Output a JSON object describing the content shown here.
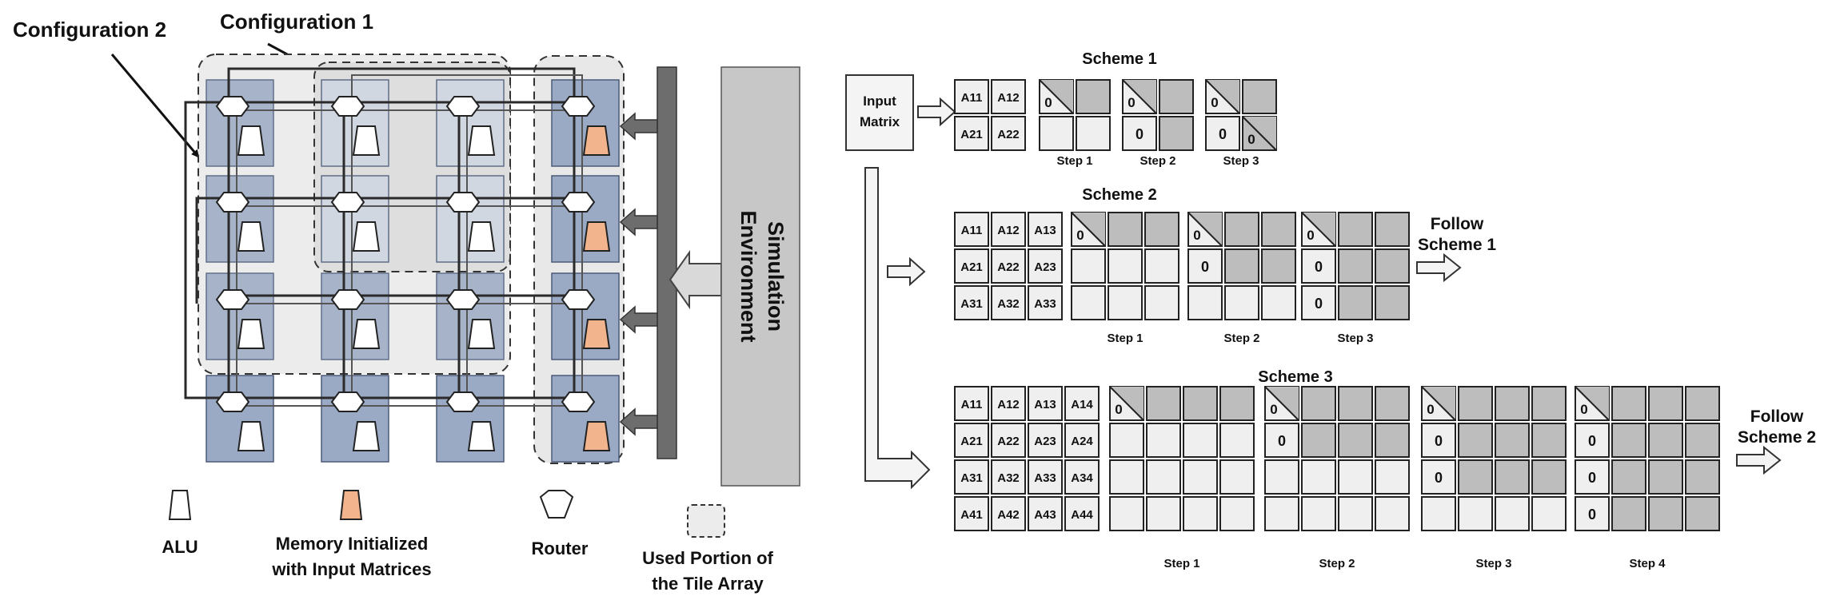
{
  "left": {
    "config1_label": "Configuration 1",
    "config2_label": "Configuration 2",
    "sim_label_line1": "Simulation",
    "sim_label_line2": "Environment",
    "legend": {
      "alu": "ALU",
      "memory_line1": "Memory Initialized",
      "memory_line2": "with Input Matrices",
      "router": "Router",
      "used_line1": "Used Portion of",
      "used_line2": "the Tile Array"
    },
    "colors": {
      "tile": "#9aaac4",
      "tile_light": "#cfd6e2",
      "memory": "#f2b48c",
      "bus": "#6d6d6d",
      "sim_box": "#c7c7c7"
    }
  },
  "right": {
    "input_matrix_line1": "Input",
    "input_matrix_line2": "Matrix",
    "zero": "0",
    "follow_word": "Follow",
    "schemes": [
      {
        "title": "Scheme 1",
        "labels": [
          [
            "A11",
            "A12"
          ],
          [
            "A21",
            "A22"
          ]
        ],
        "steps": [
          "Step 1",
          "Step 2",
          "Step 3"
        ],
        "follow": ""
      },
      {
        "title": "Scheme 2",
        "labels": [
          [
            "A11",
            "A12",
            "A13"
          ],
          [
            "A21",
            "A22",
            "A23"
          ],
          [
            "A31",
            "A32",
            "A33"
          ]
        ],
        "steps": [
          "Step 1",
          "Step 2",
          "Step 3"
        ],
        "follow": "Scheme 1"
      },
      {
        "title": "Scheme 3",
        "labels": [
          [
            "A11",
            "A12",
            "A13",
            "A14"
          ],
          [
            "A21",
            "A22",
            "A23",
            "A24"
          ],
          [
            "A31",
            "A32",
            "A33",
            "A34"
          ],
          [
            "A41",
            "A42",
            "A43",
            "A44"
          ]
        ],
        "steps": [
          "Step 1",
          "Step 2",
          "Step 3",
          "Step 4"
        ],
        "follow": "Scheme 2"
      }
    ],
    "colors": {
      "cell_light": "#efefef",
      "cell_dark": "#bdbdbd"
    }
  }
}
